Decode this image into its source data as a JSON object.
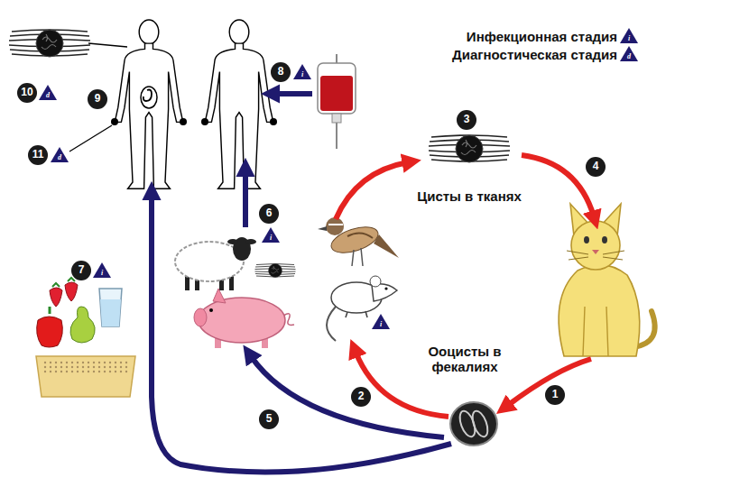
{
  "diagram": {
    "labels": [
      "10",
      "d",
      "9",
      "11",
      "d",
      "8",
      "i",
      "3",
      "Цисты в тканях",
      "4",
      "6",
      "i",
      "7",
      "i",
      "i",
      "Ооцисты в фекалиях",
      "2",
      "1",
      "5",
      "i",
      "d"
    ],
    "legend": [
      {
        "text": "Инфекционная стадия"
      },
      {
        "text": "Диагностическая стадия"
      }
    ]
  }
}
